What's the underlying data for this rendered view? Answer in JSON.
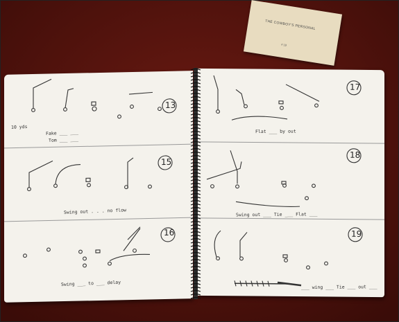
{
  "photo": {
    "subject": "Spiral notebook of hand-drawn football plays on a desk",
    "card": {
      "title": "THE COWBOY'S PERSONAL",
      "number": "# 19"
    },
    "left_page": {
      "plays": [
        {
          "number": "13",
          "label_top": "10 yds",
          "caption": "Fake ___ ___",
          "caption2": "Tom ___ ___",
          "note": ""
        },
        {
          "number": "15",
          "caption": "Swing out . . . no flow"
        },
        {
          "number": "16",
          "caption": "Swing ___ to ___ delay"
        }
      ]
    },
    "right_page": {
      "plays": [
        {
          "number": "17",
          "caption": "Flat ___ by out"
        },
        {
          "number": "18",
          "caption": "Swing out ___ Tie ___ Flat ___"
        },
        {
          "number": "19",
          "caption": "___ wing ___ Tie ___ out ___"
        }
      ]
    },
    "colors": {
      "desk": "#5a150f",
      "paper": "#f4f2ec",
      "ink": "#333333",
      "rule": "#b5b5b5",
      "spiral": "#222222"
    }
  }
}
